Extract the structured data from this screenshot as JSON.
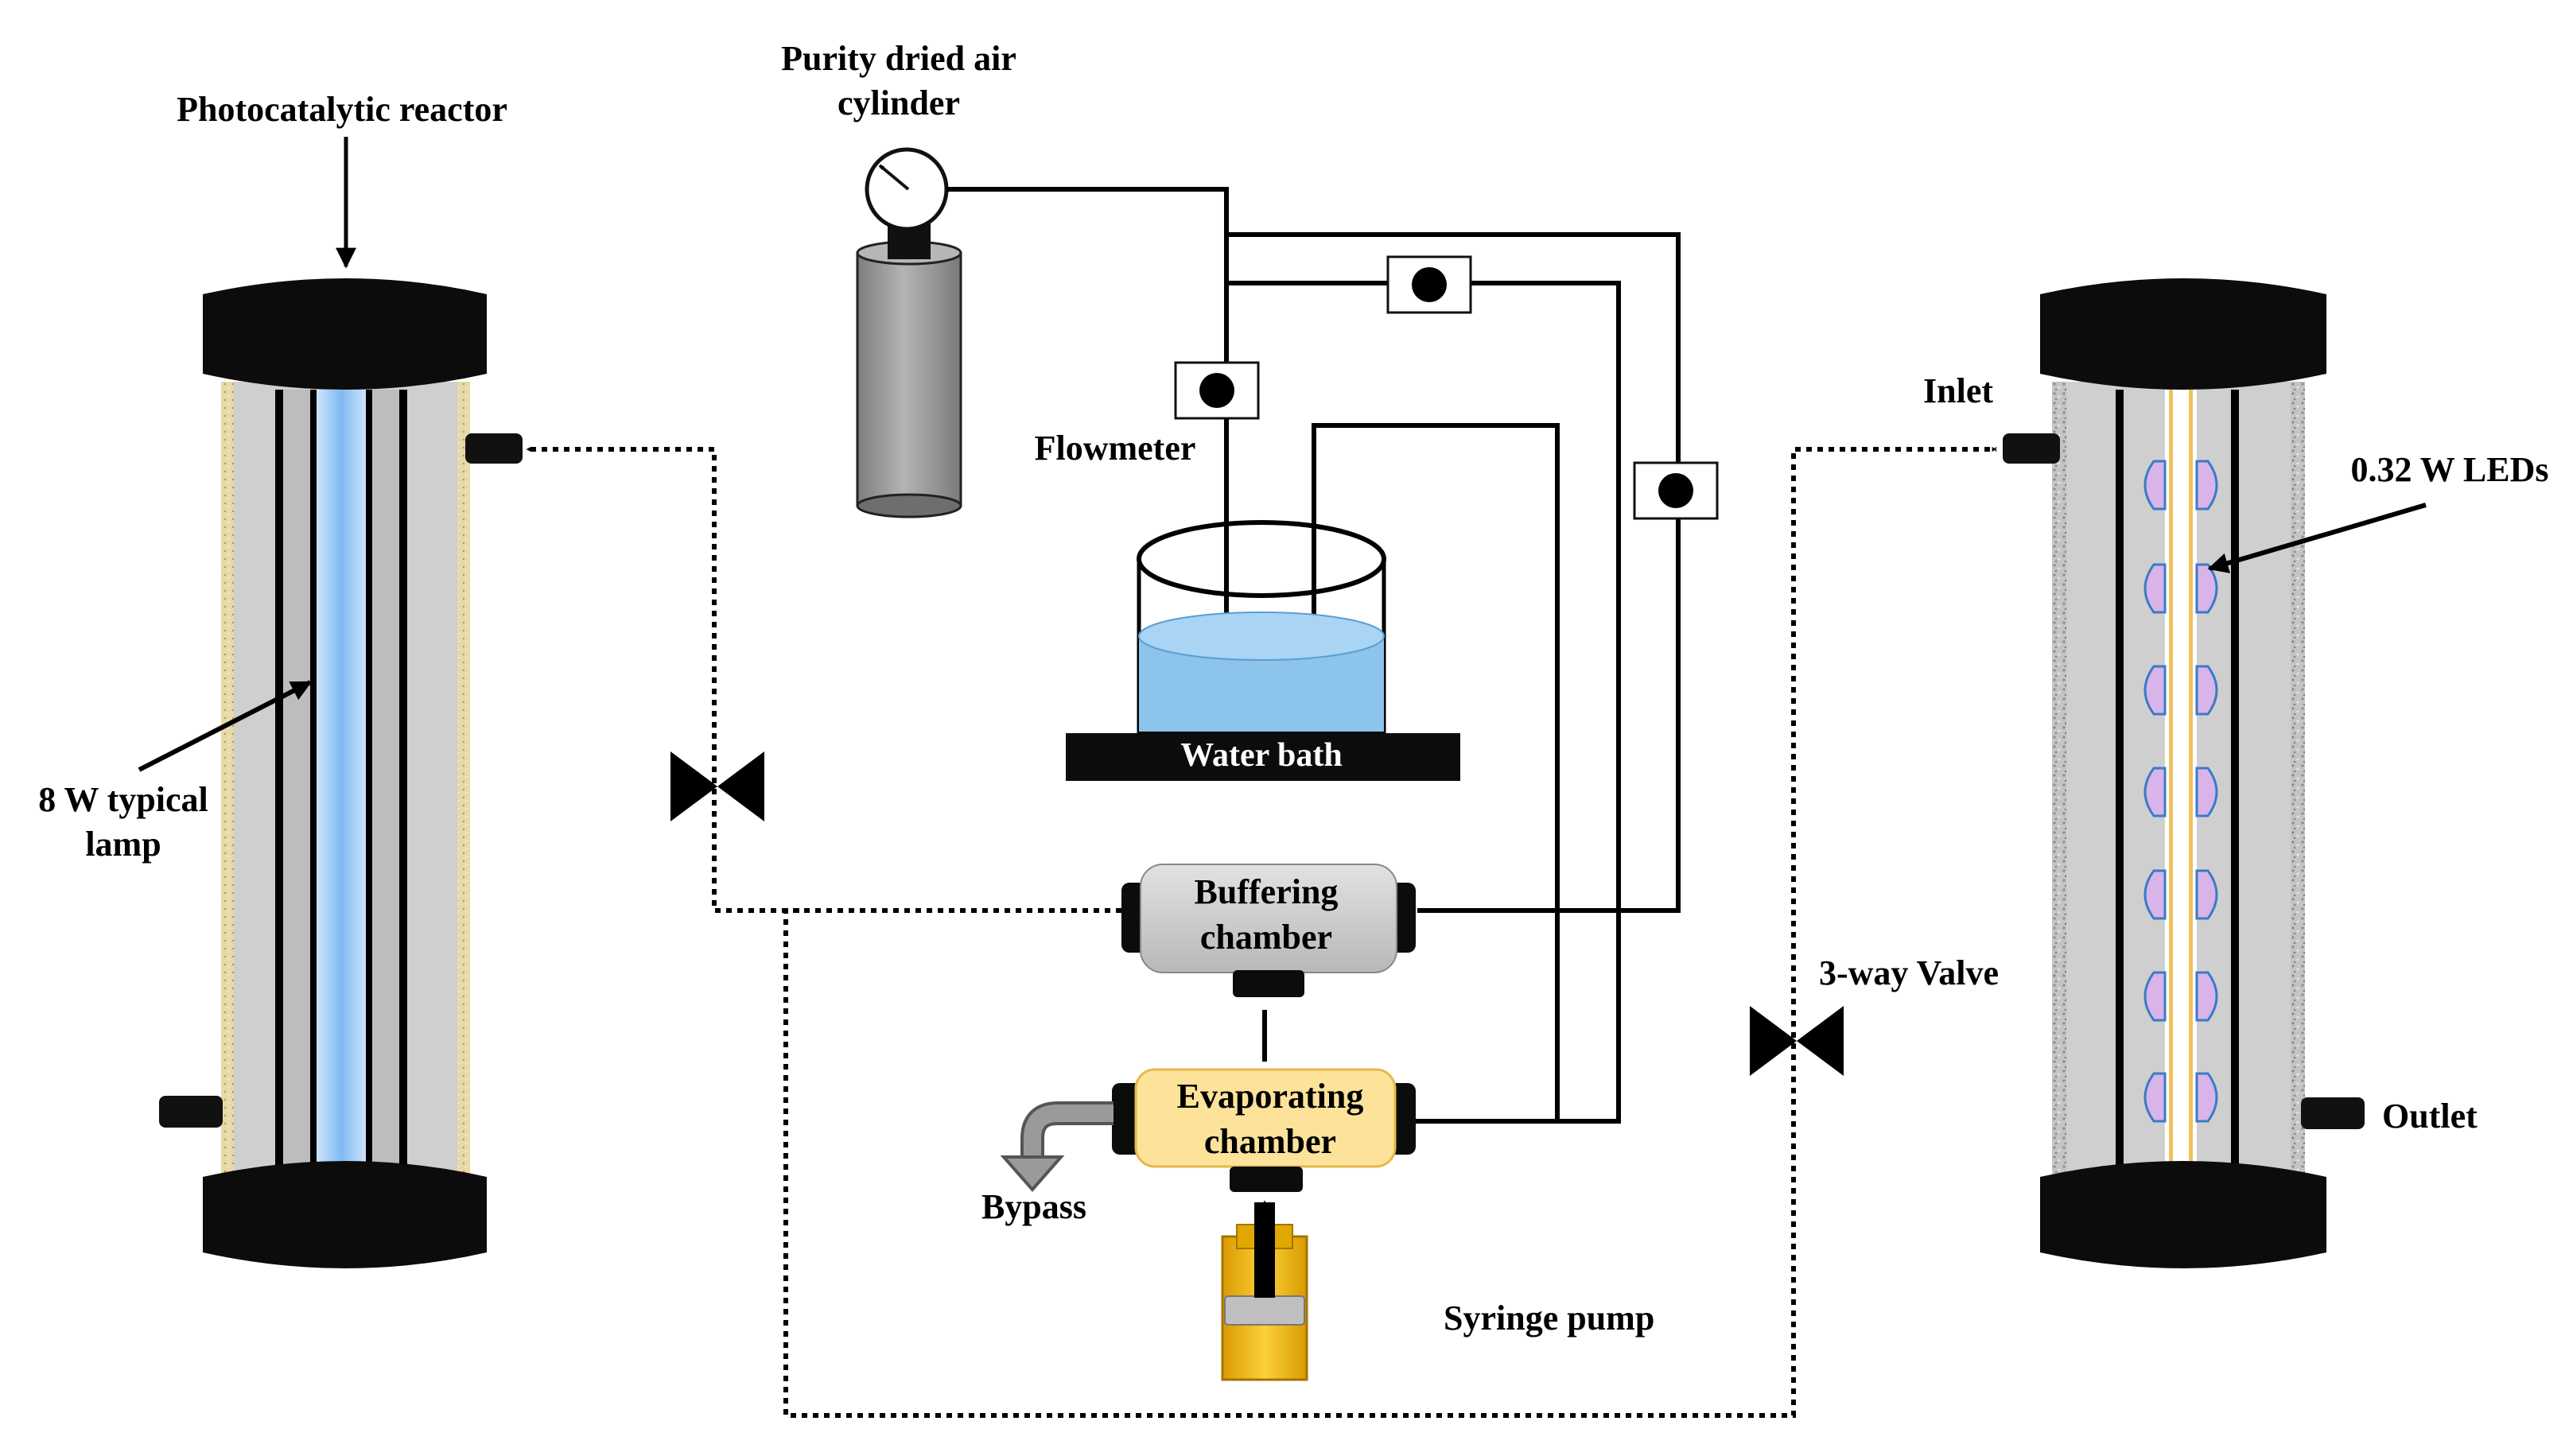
{
  "labels": {
    "photocatalytic_reactor": "Photocatalytic reactor",
    "air_cylinder_line1": "Purity dried air",
    "air_cylinder_line2": "cylinder",
    "flowmeter": "Flowmeter",
    "water_bath": "Water bath",
    "buffering_line1": "Buffering",
    "buffering_line2": "chamber",
    "evaporating_line1": "Evaporating",
    "evaporating_line2": "chamber",
    "bypass": "Bypass",
    "syringe_pump": "Syringe pump",
    "lamp_line1": "8 W typical",
    "lamp_line2": "lamp",
    "inlet": "Inlet",
    "leds": "0.32 W LEDs",
    "three_way_valve": "3-way Valve",
    "outlet": "Outlet"
  },
  "colors": {
    "reactor_cap": "#0c0c0c",
    "reactor_body": "#cfcfcf",
    "lamp_core": "#7fbaf2",
    "led": "#d8b4e8",
    "water": "#8cc4ec",
    "syringe": "#f7c118",
    "evaporating_fill": "#fde39a",
    "buffering_fill": "#c8c8c8",
    "cylinder_body": "#9a9a9a"
  },
  "icons": {
    "pressure_gauge": "pressure-gauge-icon",
    "valve": "bowtie-valve-icon",
    "flowmeter": "flowmeter-box-icon",
    "led": "led-bulb-icon"
  }
}
